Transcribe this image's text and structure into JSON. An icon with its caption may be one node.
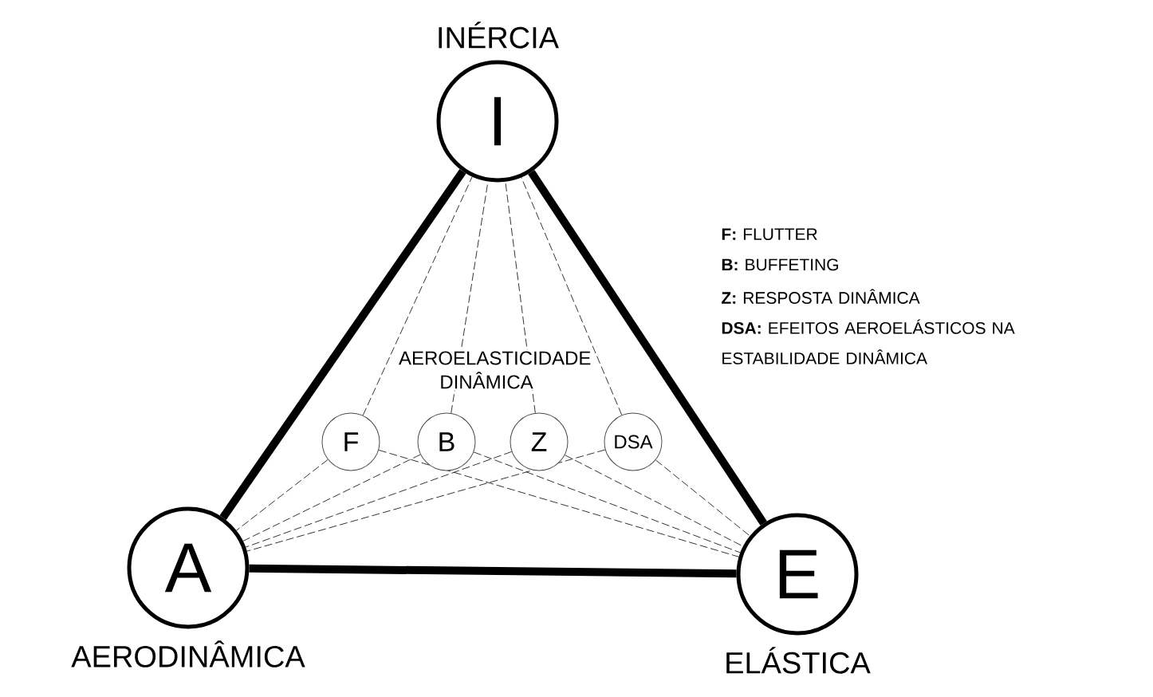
{
  "diagram": {
    "nodes": [
      {
        "text": [
          "INÉRCIA",
          "I"
        ]
      },
      {
        "text": [
          "A",
          "AERODINÂMICA"
        ]
      },
      {
        "text": [
          "E",
          "ELÁSTICA"
        ]
      },
      {
        "text": [
          "F"
        ]
      },
      {
        "text": [
          "B"
        ]
      },
      {
        "text": [
          "Z"
        ]
      },
      {
        "text": [
          "DSA"
        ]
      }
    ],
    "edges": [
      {
        "from": 0,
        "to": 1,
        "arrow": "none",
        "style": "thick"
      },
      {
        "from": 0,
        "to": 2,
        "arrow": "none",
        "style": "thick"
      },
      {
        "from": 1,
        "to": 2,
        "arrow": "none",
        "style": "thick"
      },
      {
        "from": 3,
        "to": 0,
        "arrow": "none",
        "style": "dashed"
      },
      {
        "from": 4,
        "to": 0,
        "arrow": "none",
        "style": "dashed"
      },
      {
        "from": 5,
        "to": 0,
        "arrow": "none",
        "style": "dashed"
      },
      {
        "from": 6,
        "to": 0,
        "arrow": "none",
        "style": "dashed"
      },
      {
        "from": 3,
        "to": 1,
        "arrow": "none",
        "style": "dashed"
      },
      {
        "from": 4,
        "to": 1,
        "arrow": "none",
        "style": "dashed"
      },
      {
        "from": 5,
        "to": 1,
        "arrow": "none",
        "style": "dashed"
      },
      {
        "from": 6,
        "to": 1,
        "arrow": "none",
        "style": "dashed"
      },
      {
        "from": 3,
        "to": 2,
        "arrow": "none",
        "style": "dashed"
      },
      {
        "from": 4,
        "to": 2,
        "arrow": "none",
        "style": "dashed"
      },
      {
        "from": 5,
        "to": 2,
        "arrow": "none",
        "style": "dashed"
      },
      {
        "from": 6,
        "to": 2,
        "arrow": "none",
        "style": "dashed"
      }
    ],
    "labels": [
      "AEROELASTICIDADE DINÂMICA",
      "**F:** FLUTTER",
      "**B:** BUFFETING",
      "**Z:** RESPOSTA DINÂMICA",
      "**DSA:** EFEITOS AEROELÁSTICOS NA ESTABILIDADE DINÂMICA"
    ]
  }
}
